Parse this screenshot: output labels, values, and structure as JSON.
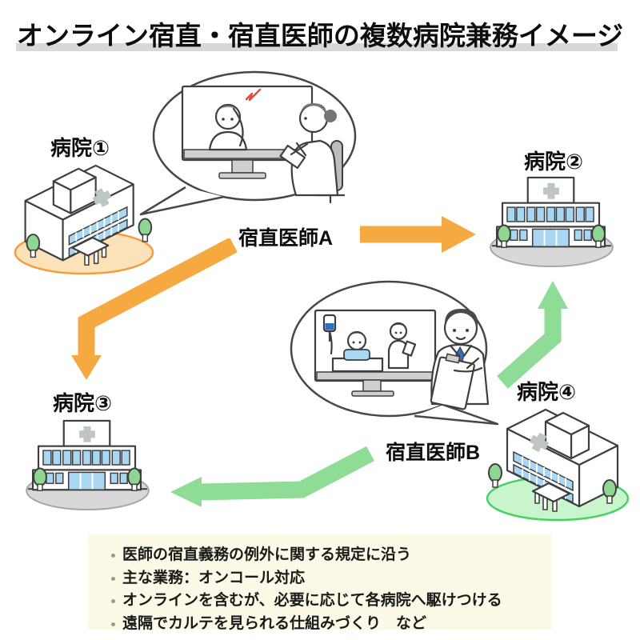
{
  "title": "オンライン宿直・宿直医師の複数病院兼務イメージ",
  "hospitals": {
    "h1": {
      "label": "病院①"
    },
    "h2": {
      "label": "病院②"
    },
    "h3": {
      "label": "病院③"
    },
    "h4": {
      "label": "病院④"
    }
  },
  "doctors": {
    "a": {
      "label": "宿直医師A"
    },
    "b": {
      "label": "宿直医師B"
    }
  },
  "notes": {
    "items": [
      "医師の宿直義務の例外に関する規定に沿う",
      "主な業務：オンコール対応",
      "オンラインを含むが、必要に応じて各病院へ駆けつける",
      "遠隔でカルテを見られる仕組みづくり　など"
    ]
  },
  "illustrations": {
    "bubble_a": "doctor-a-video-call-with-headache-patient",
    "bubble_b": "doctor-b-video-call-with-ward-patient-and-nurse",
    "hospital_isometric": "hospital-building-isometric-icon",
    "hospital_front": "hospital-building-front-icon"
  },
  "colors": {
    "orange-arrow": "#F6A940",
    "green-arrow": "#8FDC96",
    "orange-ellipse-fill": "#FCE2B8",
    "orange-ellipse-stroke": "#F49C3E",
    "green-ellipse-fill": "#C8F5CC",
    "green-ellipse-stroke": "#45D264",
    "gray-ellipse-fill": "#D8D8D8",
    "gray-ellipse-stroke": "#A6A6A6",
    "window-blue": "#A9D6F2",
    "tree-green": "#8FD693",
    "outline": "#3E3E3E",
    "bubble-outline": "#474747",
    "note-bg": "#FCFAE6",
    "title-bar": "#D8D8D8",
    "red-alert": "#E0503C",
    "tie-blue": "#2E6FBF"
  }
}
